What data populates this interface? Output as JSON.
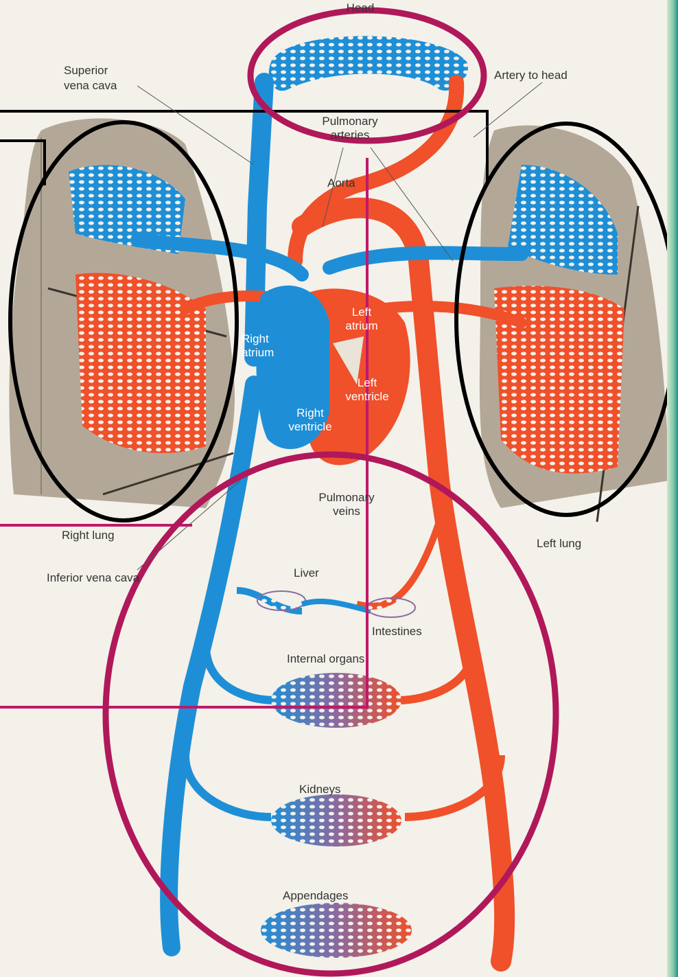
{
  "labels": {
    "head": "Head",
    "superior_vena_cava": "Superior\nvena cava",
    "artery_to_head": "Artery to head",
    "pulmonary_arteries": "Pulmonary\narteries",
    "aorta": "Aorta",
    "left_atrium": "Left\natrium",
    "right_atrium": "Right\natrium",
    "left_ventricle": "Left\nventricle",
    "right_ventricle": "Right\nventricle",
    "pulmonary_veins": "Pulmonary\nveins",
    "right_lung": "Right lung",
    "left_lung": "Left lung",
    "inferior_vena_cava": "Inferior vena cava",
    "liver": "Liver",
    "intestines": "Intestines",
    "internal_organs": "Internal organs",
    "kidneys": "Kidneys",
    "appendages": "Appendages"
  },
  "colors": {
    "deoxygenated": "#1e8fd6",
    "oxygenated": "#f0502a",
    "lung_tissue": "#b3a898",
    "highlight_magenta": "#b0185a",
    "highlight_black": "#000000",
    "page_edge": "#1f8f93"
  }
}
